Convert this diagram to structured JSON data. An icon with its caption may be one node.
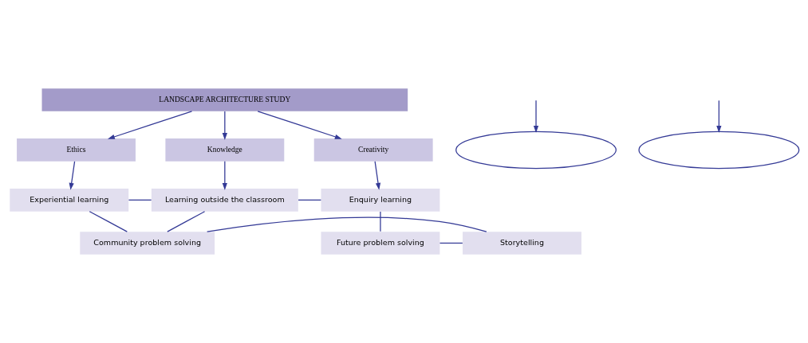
{
  "diagram": {
    "nodes": [
      {
        "text": [
          "LANDSCAPE ARCHITECTURE STUDY"
        ]
      },
      {
        "text": [
          "Ethics"
        ]
      },
      {
        "text": [
          "Knowledge"
        ]
      },
      {
        "text": [
          "Creativity"
        ]
      },
      {
        "text": [
          "Experiential learning"
        ]
      },
      {
        "text": [
          "Learning outside the classroom"
        ]
      },
      {
        "text": [
          "Enquiry learning"
        ]
      },
      {
        "text": [
          "Community problem solving"
        ]
      },
      {
        "text": [
          "Storytelling"
        ]
      },
      {
        "text": [
          "Future problem solving"
        ]
      },
      {
        "text": [],
        "shape": "ellipse"
      },
      {
        "text": [],
        "shape": "ellipse"
      }
    ],
    "edges": [
      {
        "from": 0,
        "to": 1,
        "arrow": "to"
      },
      {
        "from": 0,
        "to": 2,
        "arrow": "to"
      },
      {
        "from": 0,
        "to": 3,
        "arrow": "to"
      },
      {
        "from": 1,
        "to": 4,
        "arrow": "to"
      },
      {
        "from": 2,
        "to": 5,
        "arrow": "to"
      },
      {
        "from": 3,
        "to": 6,
        "arrow": "to"
      },
      {
        "from": 4,
        "to": 5,
        "arrow": "none"
      },
      {
        "from": 5,
        "to": 6,
        "arrow": "none"
      },
      {
        "from": 4,
        "to": 7,
        "arrow": "none"
      },
      {
        "from": 6,
        "to": 9,
        "arrow": "none"
      },
      {
        "from": 7,
        "to": 5,
        "arrow": "none"
      },
      {
        "from": 7,
        "to": 8,
        "arrow": "none"
      },
      {
        "from": 8,
        "to": 9,
        "arrow": "none"
      },
      {
        "from": null,
        "to": 10,
        "arrow": "to"
      },
      {
        "from": null,
        "to": 11,
        "arrow": "to"
      }
    ]
  }
}
